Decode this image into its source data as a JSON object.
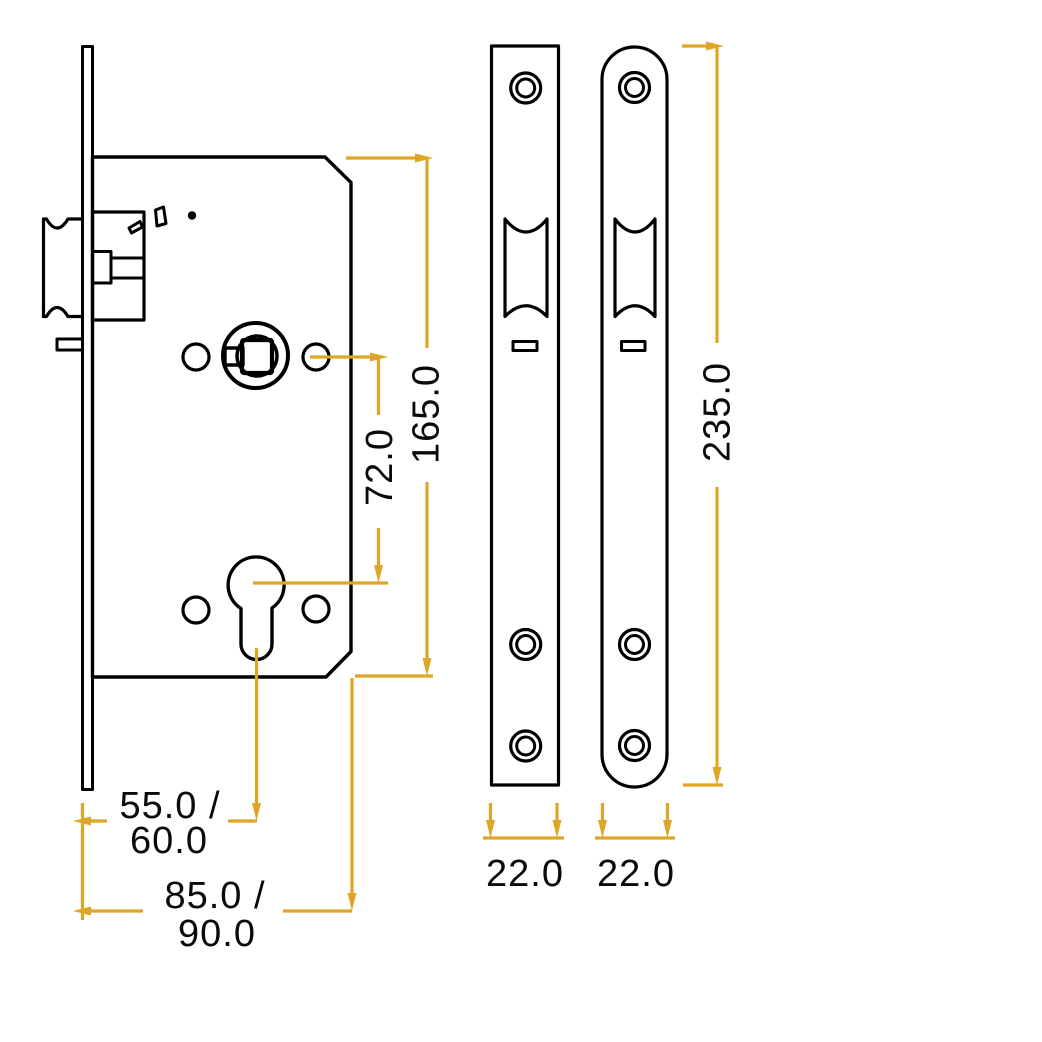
{
  "colors": {
    "outline": "#000000",
    "dimension": "#dfa527",
    "background": "#ffffff"
  },
  "dimensions": {
    "centres_72": "72.0",
    "case_height_165": "165.0",
    "plate_height_235": "235.0",
    "backset_line1": "55.0 /",
    "backset_line2": "60.0",
    "overall_line1": "85.0 /",
    "overall_line2": "90.0",
    "plate_width_square": "22.0",
    "plate_width_radius": "22.0"
  }
}
